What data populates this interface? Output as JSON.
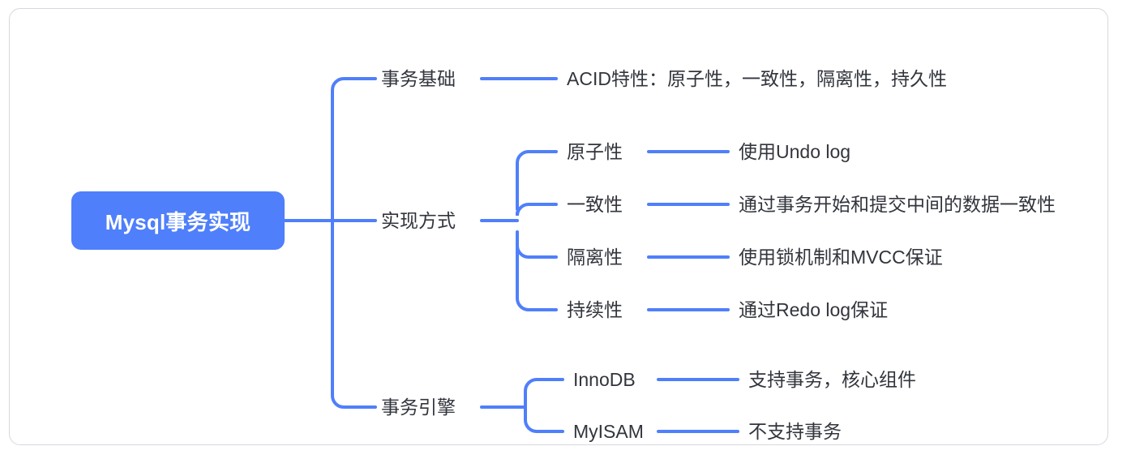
{
  "theme": {
    "background": "#ffffff",
    "frame_border": "#d6d8de",
    "line_color": "#4f7ffa",
    "root_fill": "#4f7ffa",
    "root_text": "#ffffff",
    "node_text": "#32353c"
  },
  "mindmap": {
    "root": {
      "label": "Mysql事务实现"
    },
    "branches": [
      {
        "label": "事务基础",
        "children": [
          {
            "label": "ACID特性：原子性，一致性，隔离性，持久性"
          }
        ]
      },
      {
        "label": "实现方式",
        "children": [
          {
            "label": "原子性",
            "detail": "使用Undo log"
          },
          {
            "label": "一致性",
            "detail": "通过事务开始和提交中间的数据一致性"
          },
          {
            "label": "隔离性",
            "detail": "使用锁机制和MVCC保证"
          },
          {
            "label": "持续性",
            "detail": "通过Redo log保证"
          }
        ]
      },
      {
        "label": "事务引擎",
        "children": [
          {
            "label": "InnoDB",
            "detail": "支持事务，核心组件"
          },
          {
            "label": "MyISAM",
            "detail": "不支持事务"
          }
        ]
      }
    ]
  }
}
